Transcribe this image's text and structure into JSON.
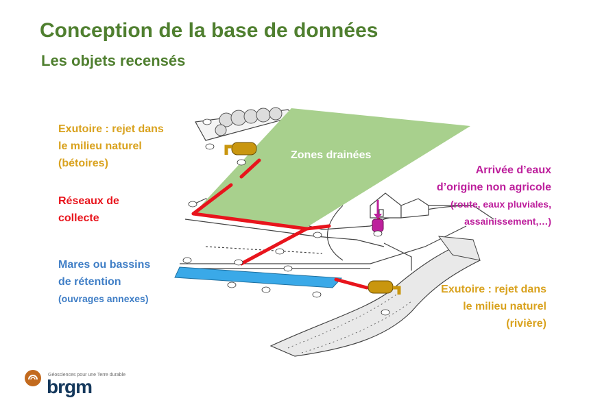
{
  "title": "Conception de la base de données",
  "subtitle": "Les objets recensés",
  "labels": {
    "exutoire_betoires": [
      "Exutoire : rejet dans",
      "le milieu naturel",
      "(bétoires)"
    ],
    "reseaux": [
      "Réseaux de",
      "collecte"
    ],
    "mares": [
      "Mares ou bassins",
      "de rétention"
    ],
    "mares_note": "(ouvrages annexes)",
    "zones": "Zones drainées",
    "arrivee": [
      "Arrivée d’eaux",
      "d’origine non agricole"
    ],
    "arrivee_note": [
      "(route, eaux pluviales,",
      "assainissement,…)"
    ],
    "exutoire_riviere": [
      "Exutoire : rejet dans",
      "le milieu naturel",
      "(rivière)"
    ]
  },
  "logo": {
    "tagline": "Géosciences pour une Terre durable",
    "wordmark": "brgm"
  },
  "colors": {
    "title": "#4f7f2f",
    "exutoire": "#d9a21e",
    "reseaux": "#e8141c",
    "mares": "#3f7ec6",
    "arrivee": "#bd1f9c",
    "zones_fill": "#a8d08d",
    "pond_fill": "#3aa9e8"
  },
  "icons": [
    "pipe-outlet-icon",
    "house-icon",
    "river-icon",
    "tree-icon"
  ]
}
